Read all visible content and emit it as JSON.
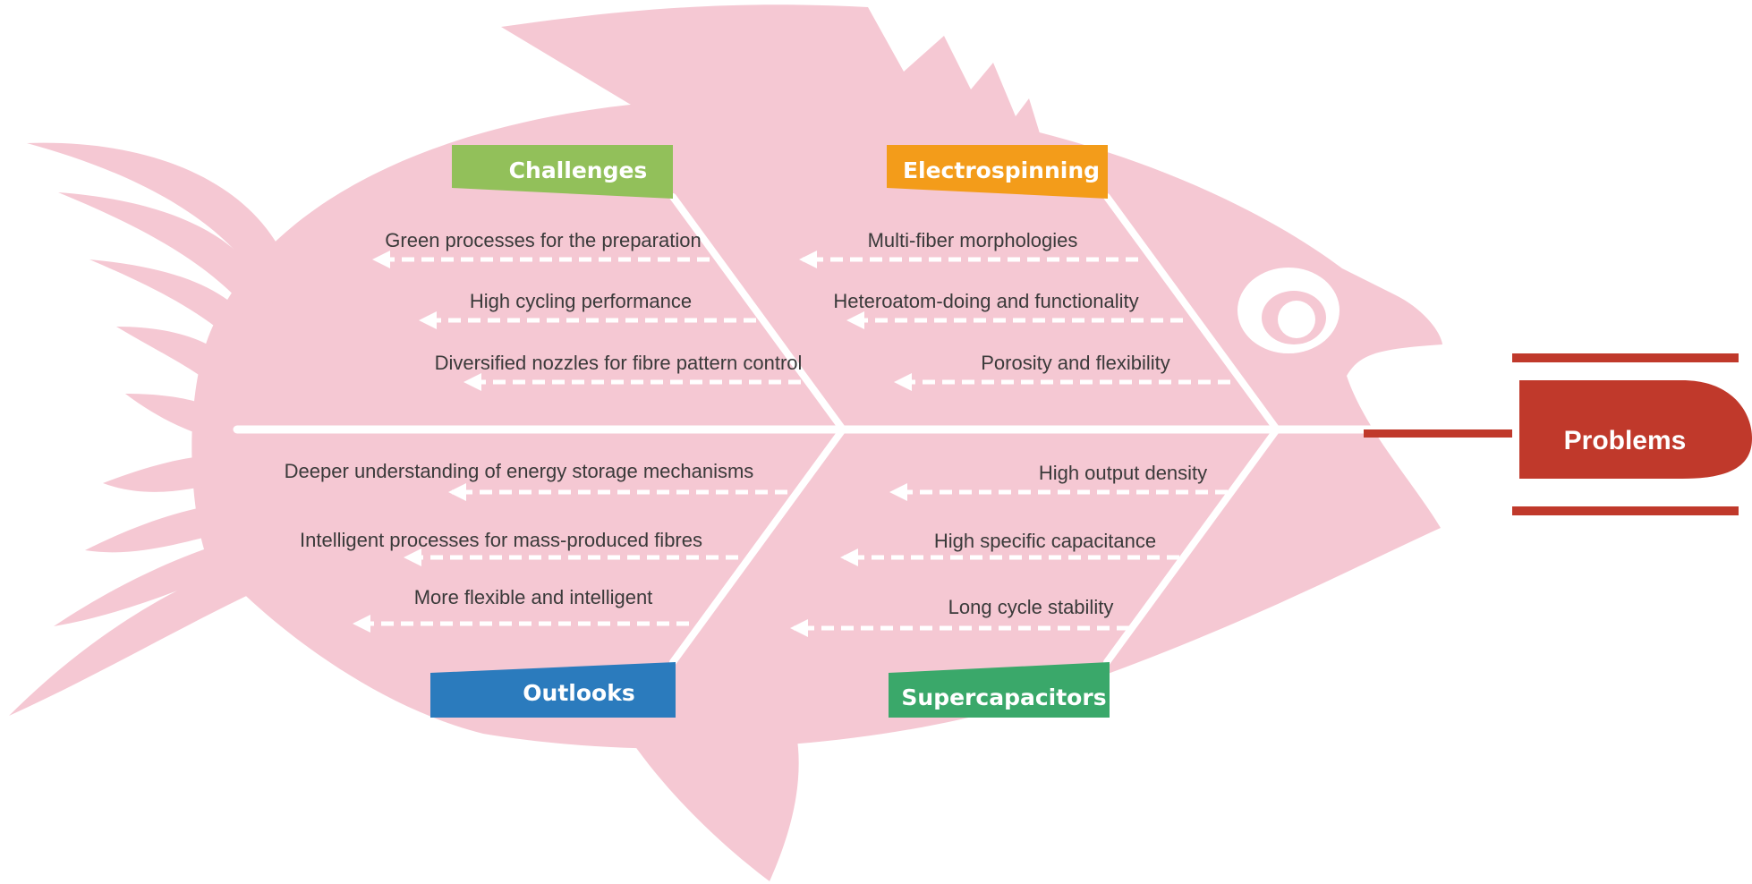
{
  "colors": {
    "fish_body": "#f5c8d3",
    "bone": "#ffffff",
    "problem_red": "#c0392b",
    "challenges": "#92c05a",
    "electrospinning": "#f39c1a",
    "outlooks": "#2b7bbd",
    "supercapacitors": "#3aa86a",
    "text": "#3a3a3a"
  },
  "problem": {
    "label": "Problems"
  },
  "categories": {
    "challenges": {
      "label": "Challenges",
      "causes": [
        "Green processes for the preparation",
        "High cycling performance",
        "Diversified nozzles for fibre pattern control"
      ]
    },
    "electrospinning": {
      "label": "Electrospinning",
      "causes": [
        "Multi-fiber  morphologies",
        "Heteroatom-doing  and functionality",
        "Porosity and flexibility"
      ]
    },
    "outlooks": {
      "label": "Outlooks",
      "causes": [
        "Deeper understanding  of energy storage mechanisms",
        "Intelligent  processes for mass-produced fibres",
        "More flexible  and intelligent"
      ]
    },
    "supercapacitors": {
      "label": "Supercapacitors",
      "causes": [
        "High output density",
        "High specific capacitance",
        "Long cycle stability"
      ]
    }
  }
}
